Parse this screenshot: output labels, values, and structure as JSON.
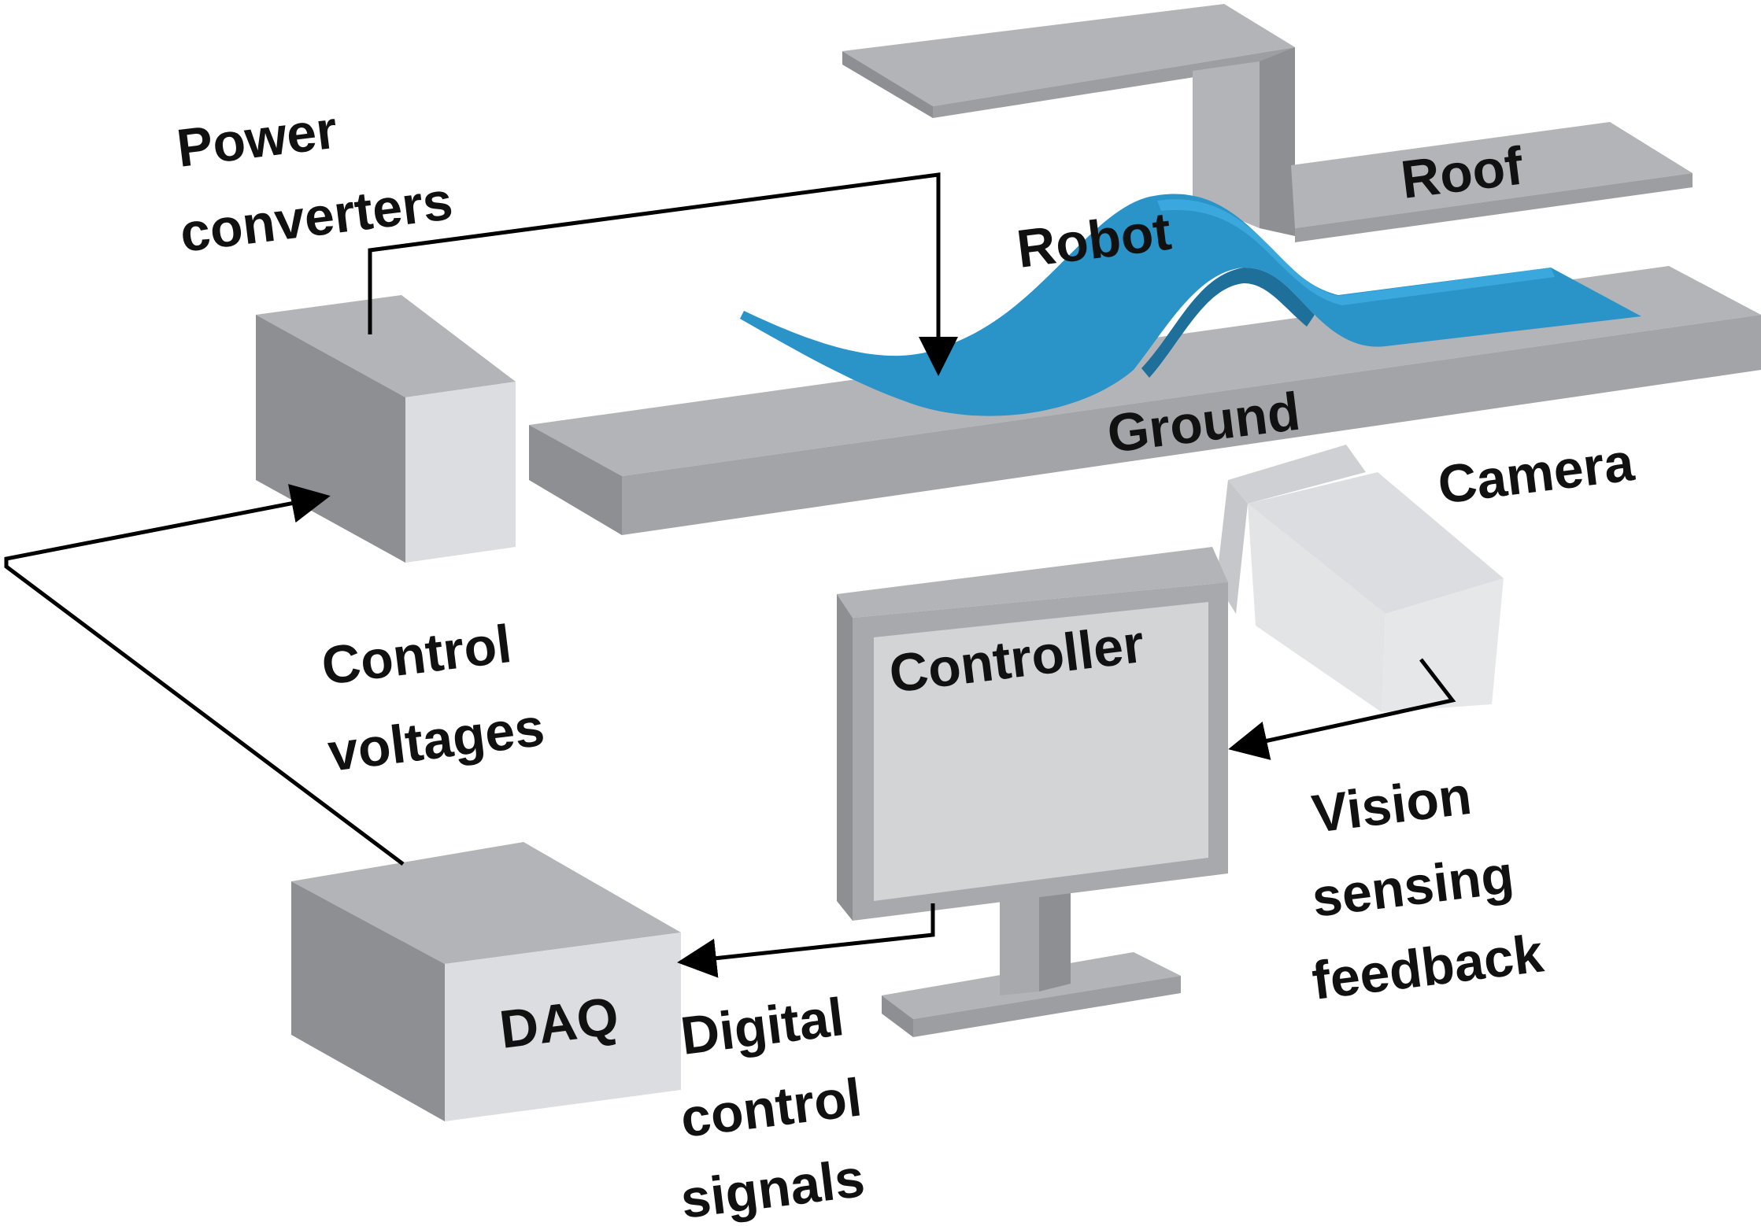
{
  "labels": {
    "power_converters_line1": "Power",
    "power_converters_line2": "converters",
    "roof": "Roof",
    "robot": "Robot",
    "ground": "Ground",
    "camera": "Camera",
    "control_voltages_line1": "Control",
    "control_voltages_line2": "voltages",
    "controller": "Controller",
    "vision_line1": "Vision",
    "vision_line2": "sensing",
    "vision_line3": "feedback",
    "daq": "DAQ",
    "digital_line1": "Digital",
    "digital_line2": "control",
    "digital_line3": "signals"
  },
  "colors": {
    "box_top": "#b3b4b8",
    "box_side_dark": "#8e8f93",
    "box_front_light": "#dcdde0",
    "screen": "#d3d4d6",
    "robot_blue": "#2a93c8",
    "robot_blue_dark": "#1e6f9a",
    "line": "#000000"
  }
}
